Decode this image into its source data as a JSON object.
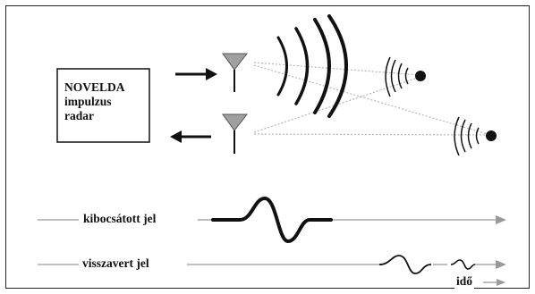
{
  "radar_box": {
    "line1": "NOVELDA",
    "line2": "impulzus",
    "line3": "radar"
  },
  "signals": {
    "transmitted_label": "kibocsátott jel",
    "reflected_label": "visszavert jel",
    "time_label": "idő"
  },
  "colors": {
    "line": "#999999",
    "ink": "#111111",
    "antenna": "#a0a0a0",
    "dotted": "#b8b8b8"
  }
}
